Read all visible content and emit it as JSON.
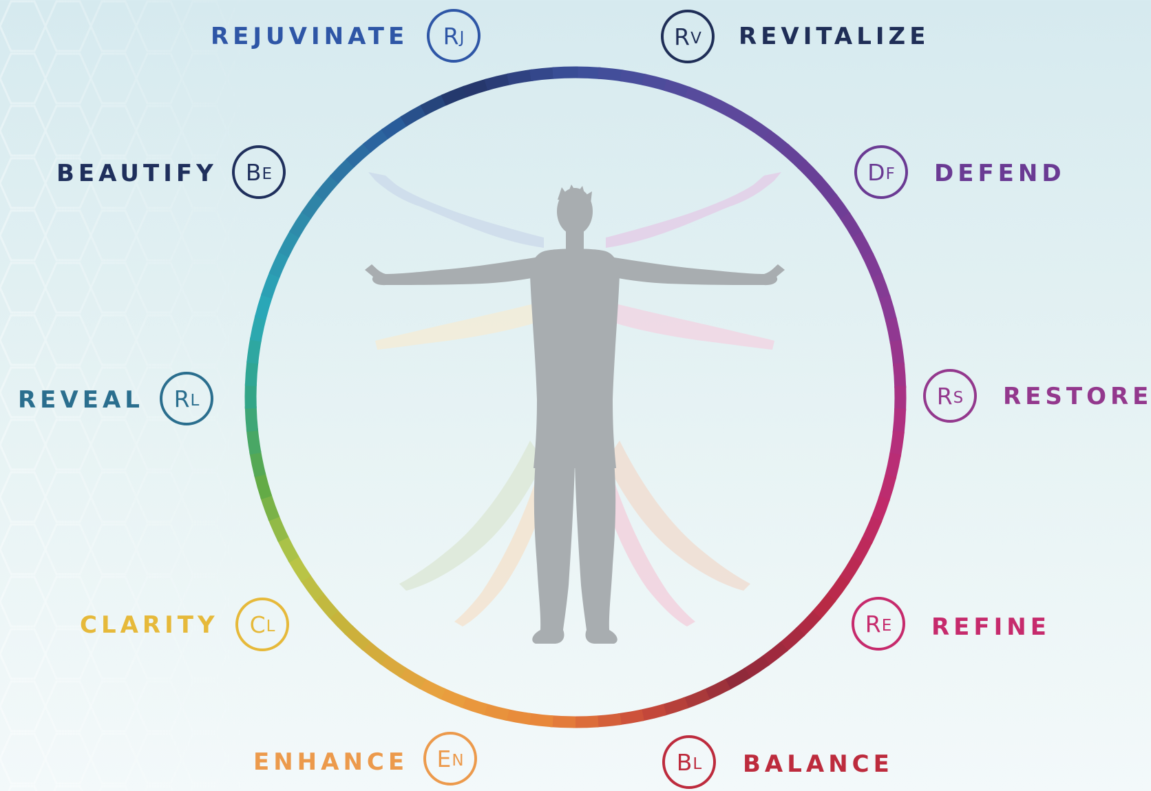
{
  "colors": {
    "rejuvinate": "#2e56a6",
    "revitalize": "#1f2e57",
    "beautify": "#1f2f5c",
    "defend": "#6a3a93",
    "reveal": "#2a6e8e",
    "restore": "#93388d",
    "clarity": "#e6b93a",
    "refine": "#c62a6c",
    "enhance": "#ec9a4c",
    "balance": "#bd2b3d",
    "figure": "#a8adb0"
  },
  "benefits": [
    {
      "key": "rejuvinate",
      "label": "REJUVINATE",
      "symbol_big": "R",
      "symbol_small": "J"
    },
    {
      "key": "revitalize",
      "label": "REVITALIZE",
      "symbol_big": "R",
      "symbol_small": "V"
    },
    {
      "key": "beautify",
      "label": "BEAUTIFY",
      "symbol_big": "B",
      "symbol_small": "E"
    },
    {
      "key": "defend",
      "label": "DEFEND",
      "symbol_big": "D",
      "symbol_small": "F"
    },
    {
      "key": "reveal",
      "label": "REVEAL",
      "symbol_big": "R",
      "symbol_small": "L"
    },
    {
      "key": "restore",
      "label": "RESTORE",
      "symbol_big": "R",
      "symbol_small": "S"
    },
    {
      "key": "clarity",
      "label": "CLARITY",
      "symbol_big": "C",
      "symbol_small": "L"
    },
    {
      "key": "refine",
      "label": "REFINE",
      "symbol_big": "R",
      "symbol_small": "E"
    },
    {
      "key": "enhance",
      "label": "ENHANCE",
      "symbol_big": "E",
      "symbol_small": "N"
    },
    {
      "key": "balance",
      "label": "BALANCE",
      "symbol_big": "B",
      "symbol_small": "L"
    }
  ]
}
